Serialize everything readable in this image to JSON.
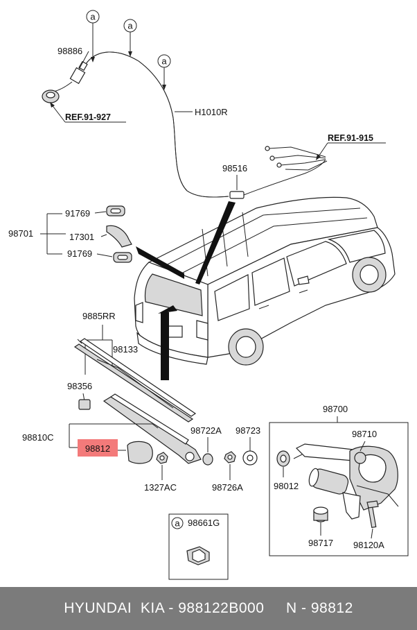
{
  "callout": "a",
  "labels": {
    "p98886": "98886",
    "h1010r": "H1010R",
    "ref91927": "REF.91-927",
    "ref91915": "REF.91-915",
    "p98516": "98516",
    "p98701": "98701",
    "p91769a": "91769",
    "p17301": "17301",
    "p91769b": "91769",
    "p9885rr": "9885RR",
    "p98133": "98133",
    "p98356": "98356",
    "p98810c": "98810C",
    "p98812": "98812",
    "p1327ac": "1327AC",
    "p98722a": "98722A",
    "p98723": "98723",
    "p98726a": "98726A",
    "p98700": "98700",
    "p98710": "98710",
    "p98012": "98012",
    "p98717": "98717",
    "p98120a": "98120A",
    "p98661g": "98661G"
  },
  "highlight_color": "#f37a7a",
  "footer": {
    "text": "HYUNDAI  KIA - 988122B000     N - 98812"
  }
}
